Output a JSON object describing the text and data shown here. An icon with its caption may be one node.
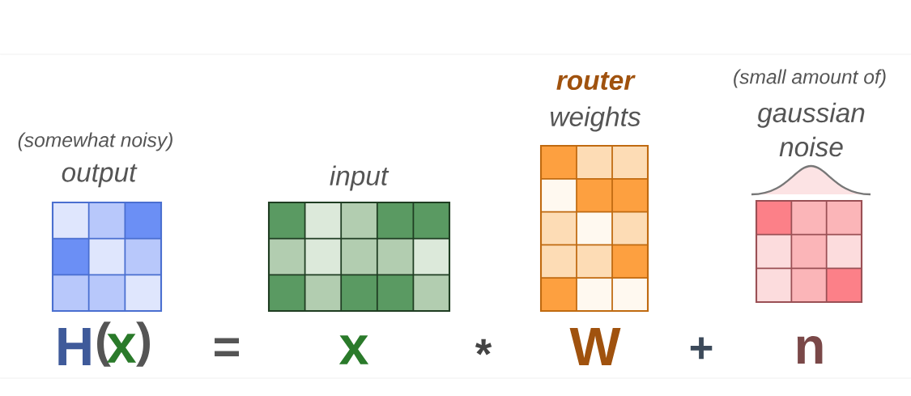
{
  "diagram": {
    "nodes": [
      {
        "text": [
          "(somewhat noisy)",
          "output"
        ]
      },
      {
        "text": [
          "input"
        ]
      },
      {
        "text": [
          "router",
          "weights"
        ]
      },
      {
        "text": [
          "(small amount of)",
          "gaussian noise"
        ]
      }
    ],
    "labels": [
      "H",
      "(",
      "x",
      ")",
      "=",
      "x",
      "*",
      "W",
      "+",
      "n"
    ]
  }
}
